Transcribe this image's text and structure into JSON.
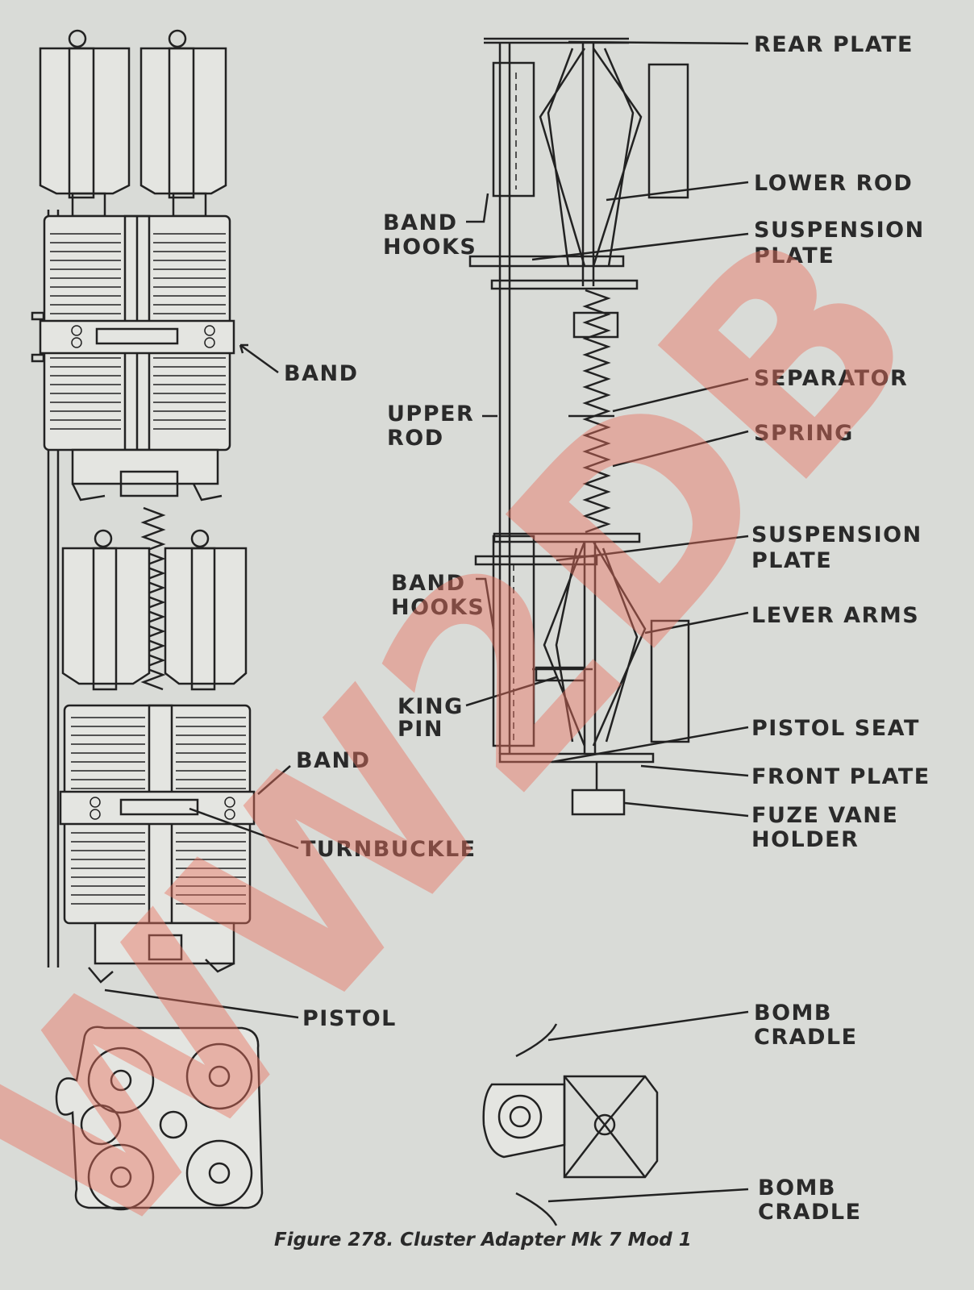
{
  "caption": "Figure 278.   Cluster Adapter Mk 7 Mod 1",
  "watermark": "WW2DB",
  "labels": {
    "band_upper": "BAND",
    "band_lower": "BAND",
    "turnbuckle": "TURNBUCKLE",
    "pistol": "PISTOL",
    "rear_plate": "REAR PLATE",
    "lower_rod": "LOWER ROD",
    "suspension_plate_upper": [
      "SUSPENSION",
      "PLATE"
    ],
    "band_hooks_upper": [
      "BAND",
      "HOOKS"
    ],
    "upper_rod": [
      "UPPER",
      "ROD"
    ],
    "separator": "SEPARATOR",
    "spring": "SPRING",
    "suspension_plate_lower": [
      "SUSPENSION",
      "PLATE"
    ],
    "band_hooks_lower": [
      "BAND",
      "HOOKS"
    ],
    "lever_arms": "LEVER ARMS",
    "king_pin": [
      "KING",
      "PIN"
    ],
    "pistol_seat": "PISTOL SEAT",
    "front_plate": "FRONT PLATE",
    "fuze_vane_holder": [
      "FUZE VANE",
      "HOLDER"
    ],
    "bomb_cradle_upper": [
      "BOMB",
      "CRADLE"
    ],
    "bomb_cradle_lower": [
      "BOMB",
      "CRADLE"
    ]
  },
  "colors": {
    "paper": "#d9dbd7",
    "ink": "#222222",
    "watermark": "#e87060"
  }
}
